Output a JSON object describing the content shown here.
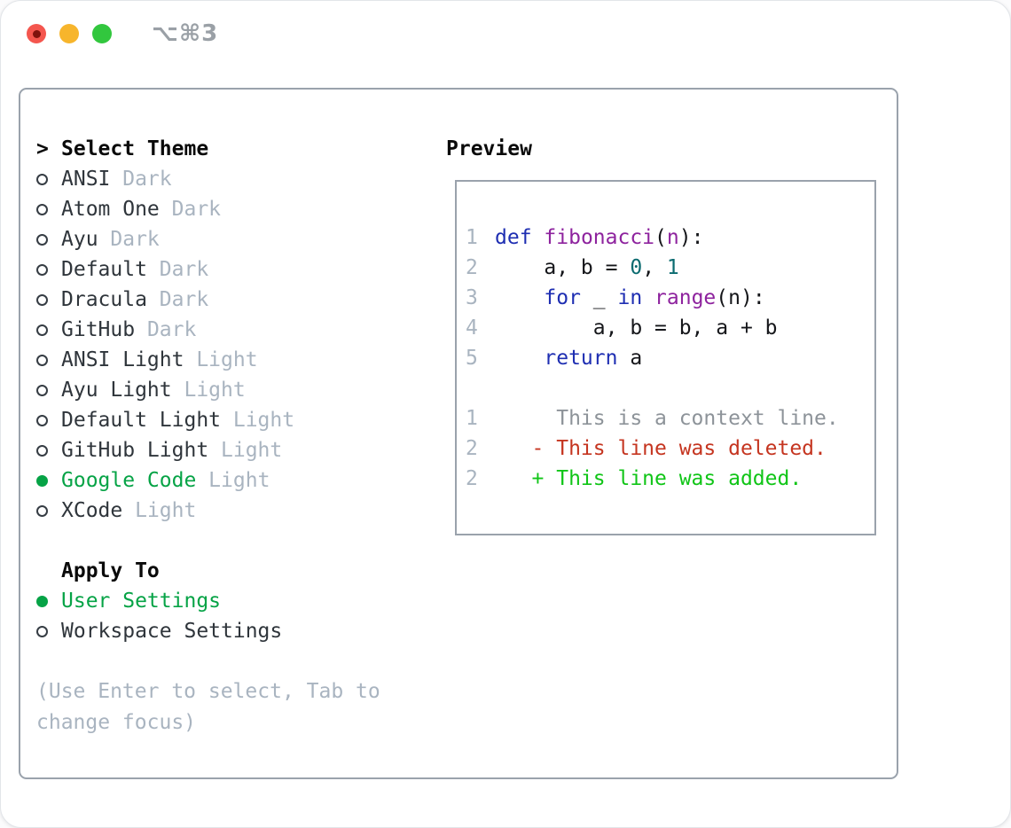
{
  "window": {
    "title": "⌥⌘3",
    "controls": [
      "close",
      "minimize",
      "zoom"
    ]
  },
  "theme_list": {
    "prompt": ">",
    "header": "Select Theme",
    "items": [
      {
        "name": "ANSI",
        "variant": "Dark",
        "selected": false
      },
      {
        "name": "Atom One",
        "variant": "Dark",
        "selected": false
      },
      {
        "name": "Ayu",
        "variant": "Dark",
        "selected": false
      },
      {
        "name": "Default",
        "variant": "Dark",
        "selected": false
      },
      {
        "name": "Dracula",
        "variant": "Dark",
        "selected": false
      },
      {
        "name": "GitHub",
        "variant": "Dark",
        "selected": false
      },
      {
        "name": "ANSI Light",
        "variant": "Light",
        "selected": false
      },
      {
        "name": "Ayu Light",
        "variant": "Light",
        "selected": false
      },
      {
        "name": "Default Light",
        "variant": "Light",
        "selected": false
      },
      {
        "name": "GitHub Light",
        "variant": "Light",
        "selected": false
      },
      {
        "name": "Google Code",
        "variant": "Light",
        "selected": true
      },
      {
        "name": "XCode",
        "variant": "Light",
        "selected": false
      }
    ]
  },
  "apply_to": {
    "header": "Apply To",
    "items": [
      {
        "label": "User Settings",
        "selected": true
      },
      {
        "label": "Workspace Settings",
        "selected": false
      }
    ]
  },
  "help_text": "(Use Enter to select, Tab to change focus)",
  "preview": {
    "header": "Preview",
    "code_lines": [
      {
        "no": "1",
        "tokens": [
          [
            "keyword",
            "def"
          ],
          [
            "plain",
            " "
          ],
          [
            "function",
            "fibonacci"
          ],
          [
            "plain",
            "("
          ],
          [
            "function",
            "n"
          ],
          [
            "plain",
            "):"
          ]
        ]
      },
      {
        "no": "2",
        "tokens": [
          [
            "plain",
            "    a, b = "
          ],
          [
            "number",
            "0"
          ],
          [
            "plain",
            ", "
          ],
          [
            "number",
            "1"
          ]
        ]
      },
      {
        "no": "3",
        "tokens": [
          [
            "plain",
            "    "
          ],
          [
            "keyword",
            "for"
          ],
          [
            "plain",
            " _ "
          ],
          [
            "keyword",
            "in"
          ],
          [
            "plain",
            " "
          ],
          [
            "function",
            "range"
          ],
          [
            "plain",
            "(n):"
          ]
        ]
      },
      {
        "no": "4",
        "tokens": [
          [
            "plain",
            "        a, b = b, a + b"
          ]
        ]
      },
      {
        "no": "5",
        "tokens": [
          [
            "plain",
            "    "
          ],
          [
            "keyword",
            "return"
          ],
          [
            "plain",
            " a"
          ]
        ]
      }
    ],
    "diff_lines": [
      {
        "line_no": "1",
        "content": "     This is a context line.",
        "kind": "context"
      },
      {
        "line_no": "2",
        "content": "   - This line was deleted.",
        "kind": "deleted"
      },
      {
        "line_no": "2",
        "content": "   + This line was added.",
        "kind": "added"
      }
    ]
  },
  "colors": {
    "text": "#2f353b",
    "muted": "#a9b4c0",
    "header": "#0a0a0a",
    "green": "#06a346",
    "kw": "#1e2eb2",
    "fn": "#8e239e",
    "num": "#0b6b70",
    "code": "#15161a",
    "ctx": "#8d9399",
    "del": "#c53520",
    "add": "#10c517",
    "border": "#9aa2ac"
  }
}
